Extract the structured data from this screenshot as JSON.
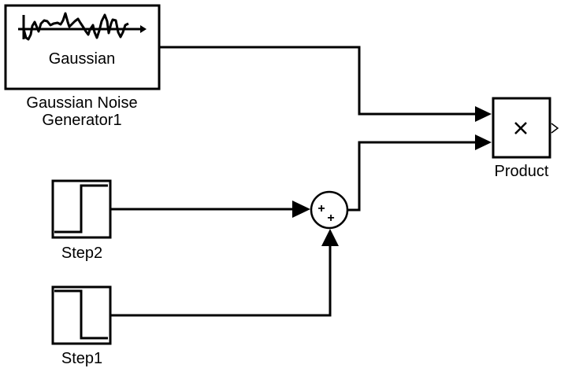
{
  "diagram": {
    "type": "simulink-model",
    "blocks": [
      {
        "id": "gaussian",
        "kind": "Gaussian Noise Generator",
        "inner_text": "Gaussian",
        "label_lines": [
          "Gaussian Noise",
          "Generator1"
        ],
        "icon": "noise-waveform-icon"
      },
      {
        "id": "step2",
        "kind": "Step",
        "label": "Step2",
        "icon": "step-up-icon"
      },
      {
        "id": "step1",
        "kind": "Step",
        "label": "Step1",
        "icon": "step-down-icon"
      },
      {
        "id": "sum",
        "kind": "Sum",
        "signs": [
          "+",
          "+"
        ],
        "icon": "sum-circle-icon"
      },
      {
        "id": "product",
        "kind": "Product",
        "inner_text": "×",
        "label": "Product",
        "icon": "multiply-icon"
      }
    ],
    "connections": [
      {
        "from": "gaussian",
        "to": "product",
        "to_port": 1
      },
      {
        "from": "sum",
        "to": "product",
        "to_port": 2
      },
      {
        "from": "step2",
        "to": "sum",
        "to_port": 1
      },
      {
        "from": "step1",
        "to": "sum",
        "to_port": 2
      }
    ],
    "colors": {
      "line": "#000000",
      "background": "#ffffff"
    }
  }
}
